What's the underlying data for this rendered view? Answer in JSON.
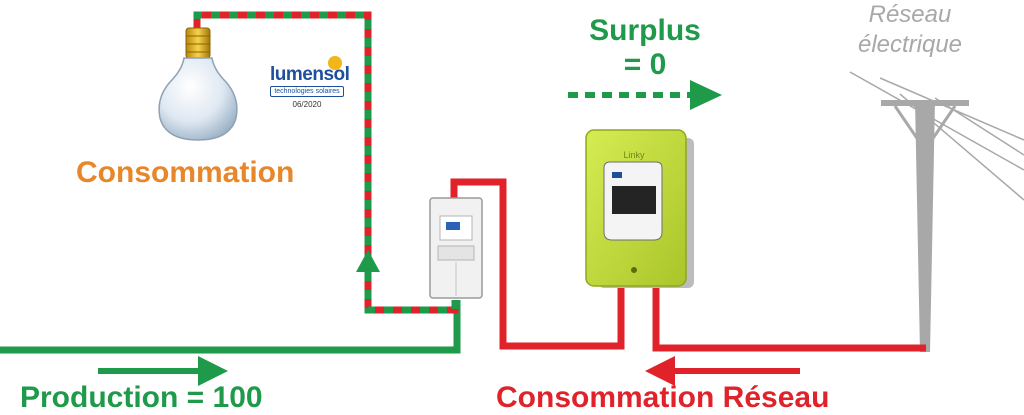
{
  "labels": {
    "consommation": "Consommation",
    "production": "Production = 100",
    "surplus": "Surplus",
    "surplus_value": "= 0",
    "grid_line1": "Réseau",
    "grid_line2": "électrique",
    "reseau_consommation": "Consommation Réseau"
  },
  "brand": {
    "name": "lumensol",
    "tagline": "technologies solaires",
    "date": "06/2020"
  },
  "meter": {
    "brand": "Linky"
  },
  "colors": {
    "production": "#1e9a4a",
    "consommation": "#e8862a",
    "reseau": "#e0232b",
    "surplus": "#1e9a4a",
    "grid_text": "#a8a8a8",
    "meter_body": "#c8e03a",
    "brand": "#1e4f9c"
  },
  "icons": [
    "lightbulb-icon",
    "breaker-panel-icon",
    "linky-meter-icon",
    "power-pole-icon",
    "sun-icon"
  ]
}
